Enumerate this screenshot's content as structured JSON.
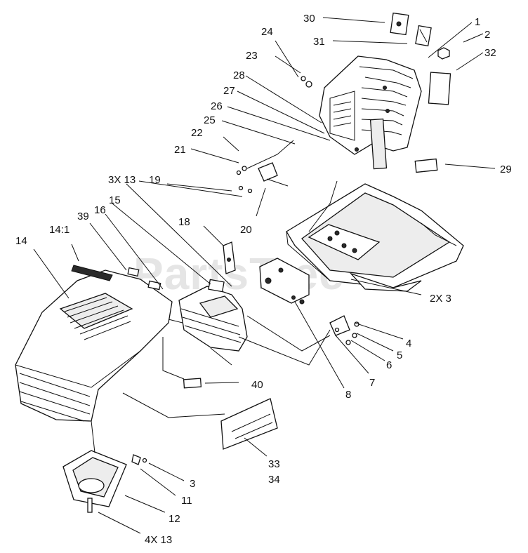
{
  "watermark": "PartsTree",
  "callouts": {
    "c30": "30",
    "c31": "31",
    "c1": "1",
    "c2": "2",
    "c32": "32",
    "c24": "24",
    "c23": "23",
    "c28": "28",
    "c27": "27",
    "c26": "26",
    "c25": "25",
    "c22": "22",
    "c21": "21",
    "c29": "29",
    "c3x13": "3X 13",
    "c19": "19",
    "c15": "15",
    "c39": "39",
    "c16": "16",
    "c14_1": "14:1",
    "c14": "14",
    "c18": "18",
    "c20": "20",
    "c2x3": "2X 3",
    "c4": "4",
    "c5": "5",
    "c6": "6",
    "c7": "7",
    "c8": "8",
    "c40": "40",
    "c33": "33",
    "c34": "34",
    "c3": "3",
    "c11": "11",
    "c12": "12",
    "c4x13": "4X 13"
  }
}
